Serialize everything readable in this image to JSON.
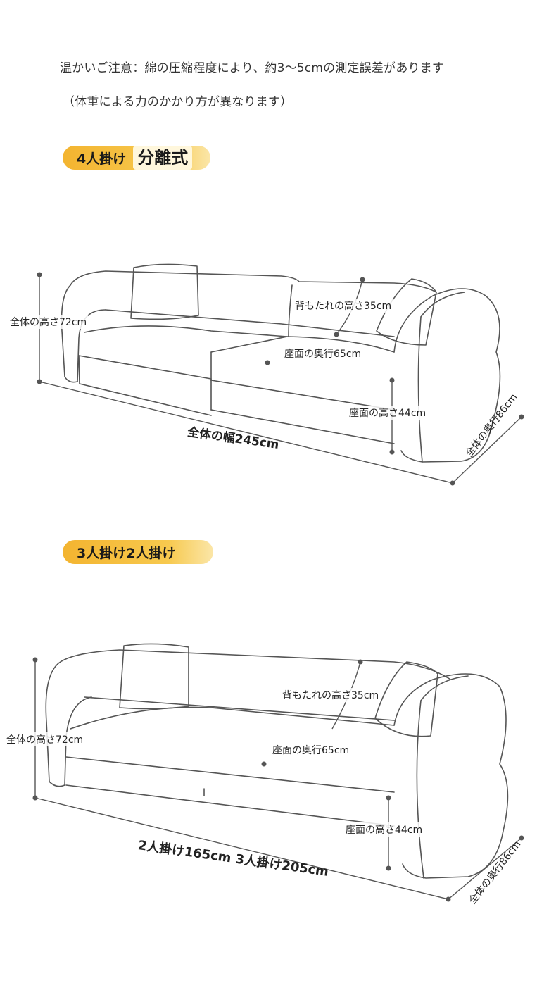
{
  "notice": {
    "line1": "温かいご注意：綿の圧縮程度により、約3〜5cmの測定誤差があります",
    "line2": "（体重による力のかかり方が異なります）"
  },
  "section1": {
    "tag_main": "4人掛け",
    "tag_sub": "分離式",
    "labels": {
      "height": "全体の高さ72cm",
      "back_height": "背もたれの高さ35cm",
      "seat_depth": "座面の奥行65cm",
      "seat_height": "座面の高さ44cm",
      "width": "全体の幅245cm",
      "depth": "全体の奥行86cm"
    }
  },
  "section2": {
    "tag_main": "3人掛け2人掛け",
    "labels": {
      "height": "全体の高さ72cm",
      "back_height": "背もたれの高さ35cm",
      "seat_depth": "座面の奥行65cm",
      "seat_height": "座面の高さ44cm",
      "width": "2人掛け165cm 3人掛け205cm",
      "depth": "全体の奥行86cm"
    }
  },
  "colors": {
    "accent": "#f3b430",
    "line": "#444444",
    "dot": "#555555"
  }
}
